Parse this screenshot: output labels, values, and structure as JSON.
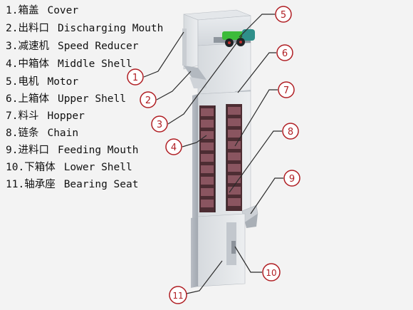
{
  "legend": [
    {
      "num": "1.",
      "zh": "箱盖",
      "en": "Cover"
    },
    {
      "num": "2.",
      "zh": "出料口",
      "en": "Discharging Mouth"
    },
    {
      "num": "3.",
      "zh": "减速机",
      "en": "Speed Reducer"
    },
    {
      "num": "4.",
      "zh": "中箱体",
      "en": "Middle Shell"
    },
    {
      "num": "5.",
      "zh": "电机",
      "en": "Motor"
    },
    {
      "num": "6.",
      "zh": "上箱体",
      "en": "Upper Shell"
    },
    {
      "num": "7.",
      "zh": "料斗",
      "en": "Hopper"
    },
    {
      "num": "8.",
      "zh": "链条",
      "en": "Chain"
    },
    {
      "num": "9.",
      "zh": "进料口",
      "en": "Feeding Mouth"
    },
    {
      "num": "10.",
      "zh": "下箱体",
      "en": "Lower Shell"
    },
    {
      "num": "11.",
      "zh": "轴承座",
      "en": "Bearing Seat"
    }
  ],
  "callouts": [
    "1",
    "2",
    "3",
    "4",
    "5",
    "6",
    "7",
    "8",
    "9",
    "10",
    "11"
  ],
  "colors": {
    "callout": "#b01e23",
    "shell_light": "#dfe2e6",
    "shell_mid": "#c3c8ce",
    "shell_dark": "#a4aab2",
    "hopper": "#7a4a52",
    "motor_green": "#3dbb3a",
    "reducer_teal": "#2f8f8a"
  }
}
